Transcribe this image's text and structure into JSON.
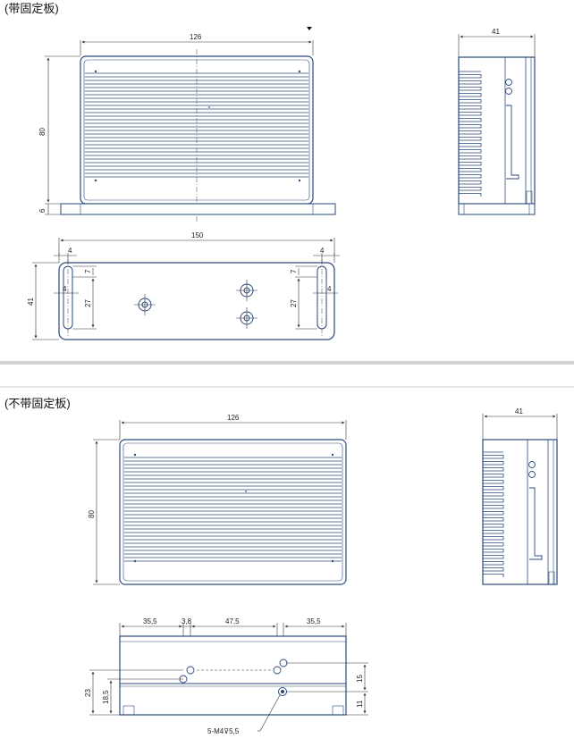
{
  "sections": [
    {
      "title": "(带固定板)"
    },
    {
      "title": "(不带固定板)"
    }
  ],
  "dims": {
    "top_width": "126",
    "top_height": "80",
    "top_plate": "6",
    "top_side_width": "41",
    "plate_width": "150",
    "plate_slot_left_x": "4",
    "plate_slot_right_x": "4",
    "plate_slot_left_w": "4",
    "plate_slot_right_w": "4",
    "plate_slot_top_left": "7",
    "plate_slot_top_right": "7",
    "plate_slot_len_left": "27",
    "plate_slot_len_right": "27",
    "plate_height": "41",
    "bottom_width": "126",
    "bottom_height": "80",
    "bottom_side_width": "41",
    "btm_a": "35,5",
    "btm_b": "3,8",
    "btm_c": "47,5",
    "btm_d": "35,5",
    "btm_h23": "23",
    "btm_h185": "18,5",
    "btm_h15": "15",
    "btm_h11": "11",
    "hole_callout": "5-M4⊽5,5"
  },
  "colors": {
    "outline": "#2b4a7c",
    "divider": "#d0d0d0"
  }
}
